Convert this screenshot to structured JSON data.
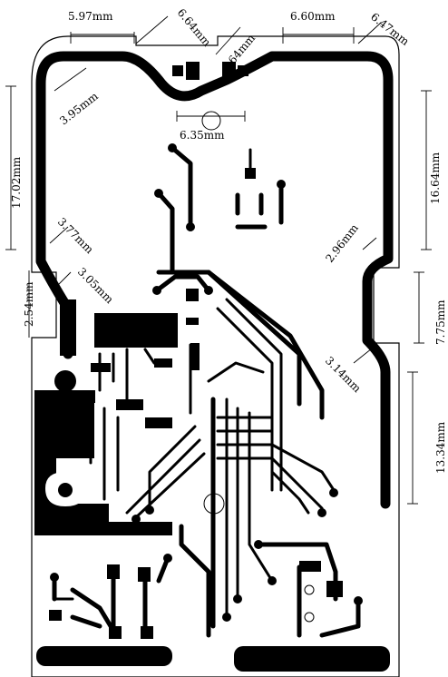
{
  "dimensions": {
    "top_left_width": "5.97mm",
    "top_left_slope": "6.64mm",
    "top_center_slope": "6.64mm",
    "top_right_width": "6.60mm",
    "top_right_slope": "6.47mm",
    "left_upper_slope": "3.95mm",
    "notch_width": "6.35mm",
    "left_height": "17.02mm",
    "right_height": "16.64mm",
    "left_mid_slope": "3.77mm",
    "right_mid_slope": "2.96mm",
    "left_low_slope": "3.05mm",
    "left_step": "2.54mm",
    "right_step": "7.75mm",
    "right_low_slope": "3.14mm",
    "right_lower_height": "13.34mm"
  },
  "colors": {
    "copper": "#000000",
    "board": "#ffffff"
  }
}
